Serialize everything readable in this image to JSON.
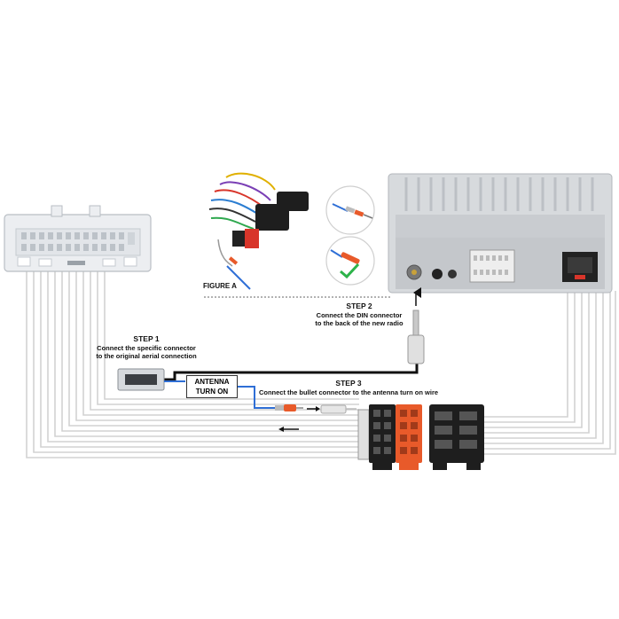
{
  "figure": {
    "label": "FIGURE A"
  },
  "steps": [
    {
      "title": "STEP 1",
      "line1": "Connect the specific connector",
      "line2": "to the original aerial connection"
    },
    {
      "title": "STEP 2",
      "line1": "Connect the DIN connector",
      "line2": "to the back of the new radio"
    },
    {
      "title": "STEP 3",
      "line1": "Connect the bullet connector to the antenna turn on wire",
      "line2": ""
    }
  ],
  "antenna_box": {
    "line1": "ANTENNA",
    "line2": "TURN ON"
  },
  "colors": {
    "wire": "#d2d2d2",
    "antenna_cable": "#111111",
    "turn_on_wire": "#2f6fd6",
    "iso_orange": "#e85a2a",
    "iso_black": "#1e1e1e",
    "radio_body": "#cfd2d6",
    "check_green": "#2db34a"
  }
}
